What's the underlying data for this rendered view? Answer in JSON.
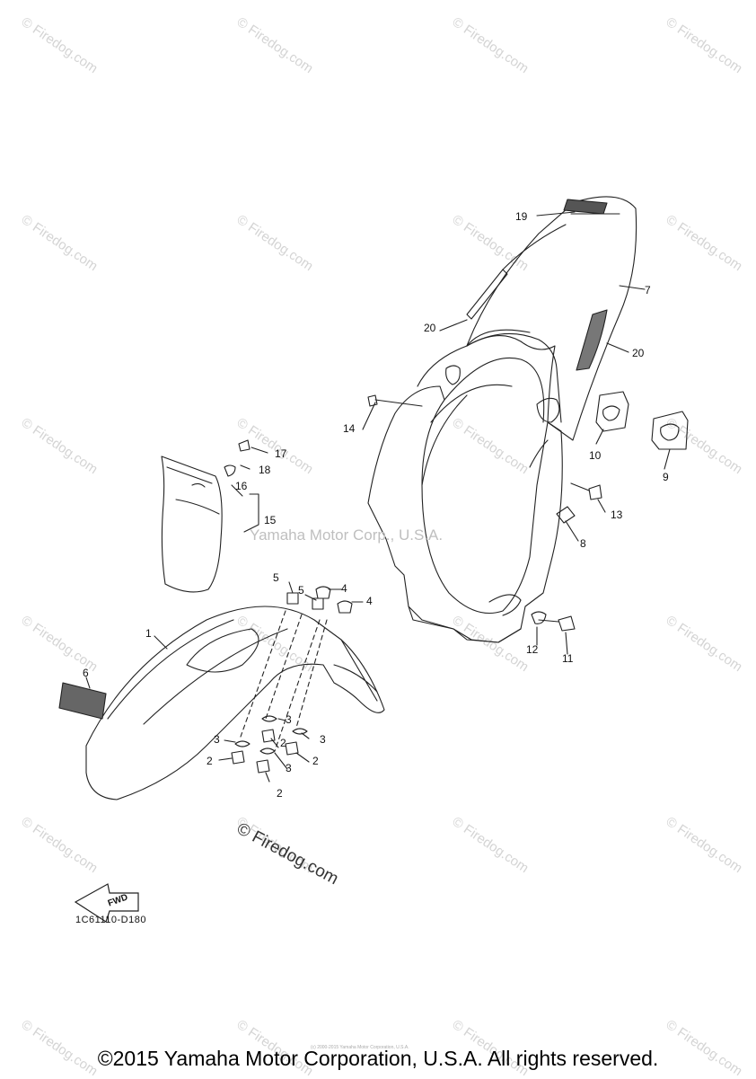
{
  "watermark": "© Firedog.com",
  "center_watermark": "Yamaha Motor Corp., U.S.A.",
  "firedog_stamp": "© Firedog.com",
  "diagram_code": "1C61110-D180",
  "fwd_label": "FWD",
  "fine_print": "(c) 2000-2015 Yamaha Motor Corporation, U.S.A.",
  "copyright": "©2015 Yamaha Motor Corporation, U.S.A. All rights reserved.",
  "callouts": [
    {
      "id": "c19",
      "text": "19"
    },
    {
      "id": "c7",
      "text": "7"
    },
    {
      "id": "c20a",
      "text": "20"
    },
    {
      "id": "c20b",
      "text": "20"
    },
    {
      "id": "c14",
      "text": "14"
    },
    {
      "id": "c10",
      "text": "10"
    },
    {
      "id": "c9",
      "text": "9"
    },
    {
      "id": "c13",
      "text": "13"
    },
    {
      "id": "c8",
      "text": "8"
    },
    {
      "id": "c12",
      "text": "12"
    },
    {
      "id": "c11",
      "text": "11"
    },
    {
      "id": "c17",
      "text": "17"
    },
    {
      "id": "c18",
      "text": "18"
    },
    {
      "id": "c16",
      "text": "16"
    },
    {
      "id": "c15",
      "text": "15"
    },
    {
      "id": "c5a",
      "text": "5"
    },
    {
      "id": "c5b",
      "text": "5"
    },
    {
      "id": "c4a",
      "text": "4"
    },
    {
      "id": "c4b",
      "text": "4"
    },
    {
      "id": "c1",
      "text": "1"
    },
    {
      "id": "c6",
      "text": "6"
    },
    {
      "id": "c3a",
      "text": "3"
    },
    {
      "id": "c3b",
      "text": "3"
    },
    {
      "id": "c3c",
      "text": "3"
    },
    {
      "id": "c3d",
      "text": "3"
    },
    {
      "id": "c2a",
      "text": "2"
    },
    {
      "id": "c2b",
      "text": "2"
    },
    {
      "id": "c2c",
      "text": "2"
    },
    {
      "id": "c2d",
      "text": "2"
    }
  ]
}
